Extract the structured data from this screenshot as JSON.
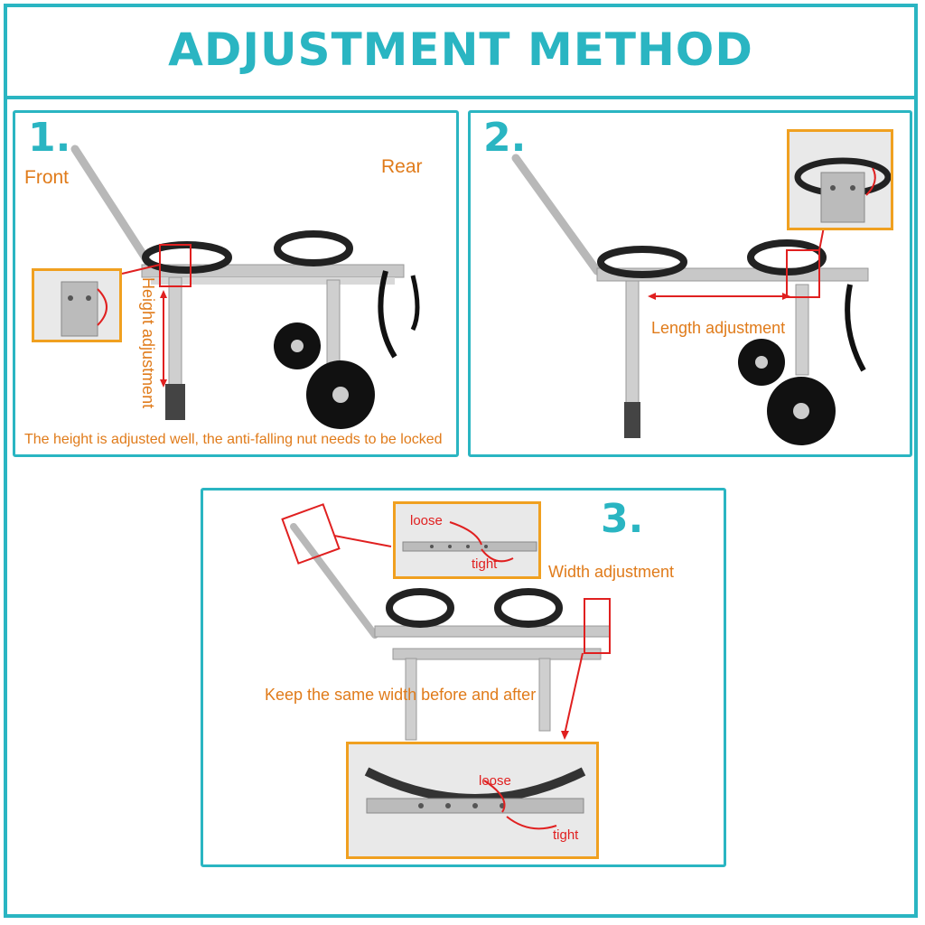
{
  "title": "ADJUSTMENT METHOD",
  "panel1": {
    "number": "1.",
    "front_label": "Front",
    "rear_label": "Rear",
    "height_label": "Height adjustment",
    "caption": "The height is adjusted well, the anti-falling nut needs to be locked"
  },
  "panel2": {
    "number": "2.",
    "length_label": "Length adjustment"
  },
  "panel3": {
    "number": "3.",
    "width_label": "Width adjustment",
    "keep_label": "Keep the same width before and after",
    "top_inset": {
      "loose": "loose",
      "tight": "tight"
    },
    "bottom_inset": {
      "loose": "loose",
      "tight": "tight"
    }
  },
  "colors": {
    "accent": "#2ab5c2",
    "label": "#e07b1a",
    "arrow": "#e02020",
    "inset_border": "#f0a020"
  }
}
